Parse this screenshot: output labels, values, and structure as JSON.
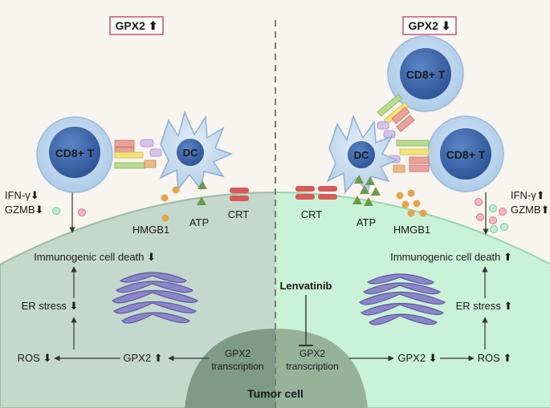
{
  "left_panel": {
    "badge": "GPX2 ⬆",
    "tcell_label": "CD8+ T",
    "dc_label": "DC",
    "cytokine_1": "IFN-γ⬇",
    "cytokine_2": "GZMB⬇",
    "hmgb1_label": "HMGB1",
    "atp_label": "ATP",
    "crt_label": "CRT",
    "icd_label": "Immunogenic cell death ⬇",
    "er_label": "ER stress ⬇",
    "ros_label": "ROS ⬇",
    "gpx2_label": "GPX2 ⬆",
    "transcription_1": "GPX2",
    "transcription_2": "transcription"
  },
  "right_panel": {
    "badge": "GPX2 ⬇",
    "tcell_top_label": "CD8+ T",
    "tcell_right_label": "CD8+ T",
    "dc_label": "DC",
    "cytokine_1": "IFN-γ⬆",
    "cytokine_2": "GZMB⬆",
    "hmgb1_label": "HMGB1",
    "atp_label": "ATP",
    "crt_label": "CRT",
    "icd_label": "Immunogenic cell death ⬆",
    "er_label": "ER stress ⬆",
    "ros_label": "ROS ⬆",
    "gpx2_label": "GPX2 ⬇",
    "transcription_1": "GPX2",
    "transcription_2": "transcription",
    "drug_label": "Lenvatinib"
  },
  "nucleus_label": "Tumor cell",
  "colors": {
    "left_cell": "#c5d8cd",
    "right_cell": "#c9f2d8",
    "tcell": "#c3daee",
    "tcell_nucleus": "#3d68ae",
    "badge_border": "#c0546b",
    "crt": "#d65a57",
    "atp": "#6d9a4a",
    "hmgb1": "#e3a44a"
  }
}
